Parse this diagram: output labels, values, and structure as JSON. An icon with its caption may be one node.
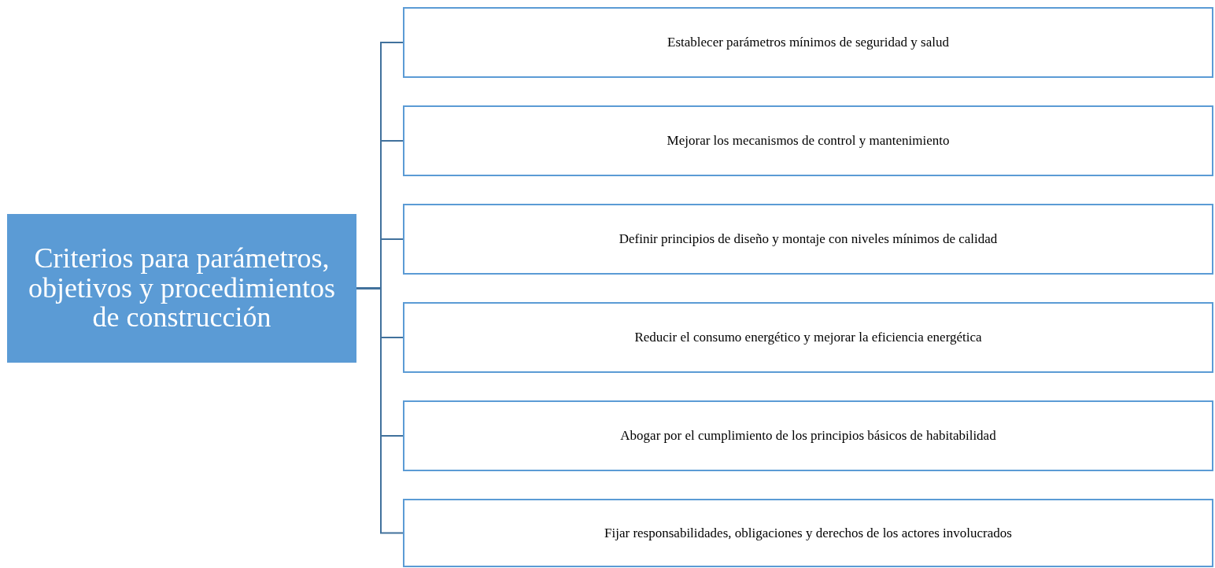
{
  "diagram": {
    "nodes": [
      {
        "text": [
          "Criterios para parámetros, objetivos y procedimientos de construcción"
        ]
      },
      {
        "text": [
          "Establecer parámetros mínimos de seguridad y salud"
        ]
      },
      {
        "text": [
          "Mejorar los mecanismos de control y mantenimiento"
        ]
      },
      {
        "text": [
          "Definir principios de diseño y montaje con niveles mínimos de calidad"
        ]
      },
      {
        "text": [
          "Reducir el consumo energético y mejorar la eficiencia energética"
        ]
      },
      {
        "text": [
          "Abogar por el cumplimiento de los principios básicos de habitabilidad"
        ]
      },
      {
        "text": [
          "Fijar responsabilidades, obligaciones y derechos de los actores involucrados"
        ]
      }
    ],
    "edges": [
      {
        "from": 0,
        "to": 1,
        "arrow": "none"
      },
      {
        "from": 0,
        "to": 2,
        "arrow": "none"
      },
      {
        "from": 0,
        "to": 3,
        "arrow": "none"
      },
      {
        "from": 0,
        "to": 4,
        "arrow": "none"
      },
      {
        "from": 0,
        "to": 5,
        "arrow": "none"
      },
      {
        "from": 0,
        "to": 6,
        "arrow": "none"
      }
    ]
  }
}
